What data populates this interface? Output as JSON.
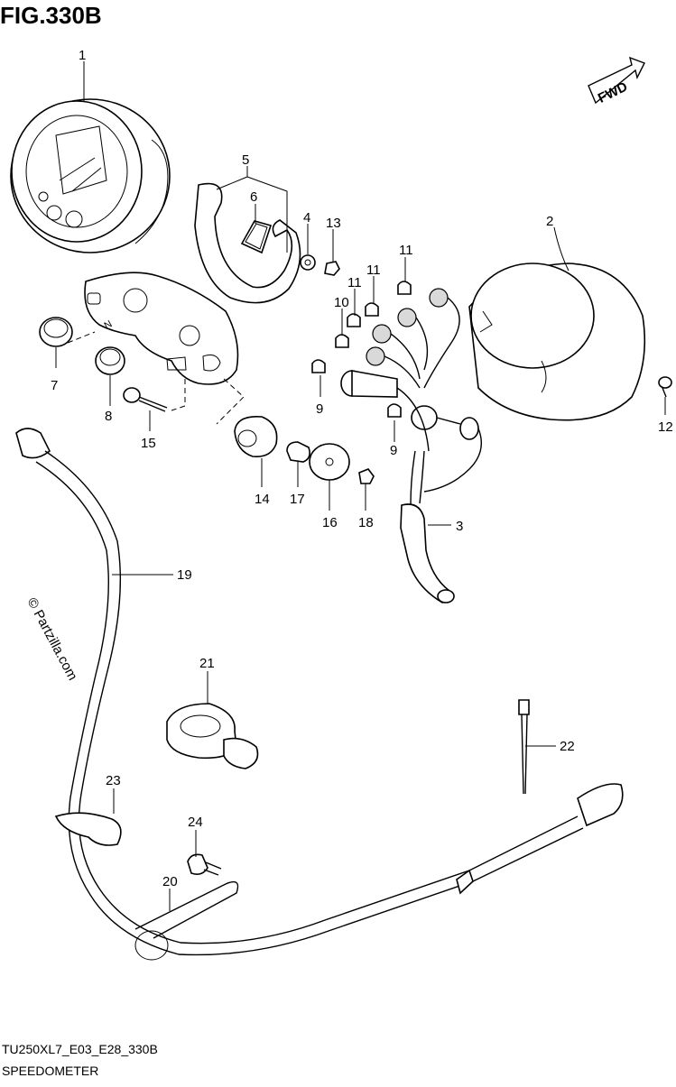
{
  "figure": {
    "title": "FIG.330B",
    "model_code": "TU250XL7_E03_E28_330B",
    "caption": "SPEEDOMETER",
    "fwd_label": "FWD",
    "watermark": "© Partzilla.com"
  },
  "callouts": [
    {
      "num": "1"
    },
    {
      "num": "2"
    },
    {
      "num": "3"
    },
    {
      "num": "4"
    },
    {
      "num": "5"
    },
    {
      "num": "6"
    },
    {
      "num": "7"
    },
    {
      "num": "8"
    },
    {
      "num": "9"
    },
    {
      "num": "9"
    },
    {
      "num": "10"
    },
    {
      "num": "11"
    },
    {
      "num": "11"
    },
    {
      "num": "11"
    },
    {
      "num": "12"
    },
    {
      "num": "13"
    },
    {
      "num": "14"
    },
    {
      "num": "15"
    },
    {
      "num": "16"
    },
    {
      "num": "17"
    },
    {
      "num": "18"
    },
    {
      "num": "19"
    },
    {
      "num": "20"
    },
    {
      "num": "21"
    },
    {
      "num": "22"
    },
    {
      "num": "23"
    },
    {
      "num": "24"
    }
  ],
  "icons": {
    "fwd_arrow": "fwd-arrow-icon"
  }
}
